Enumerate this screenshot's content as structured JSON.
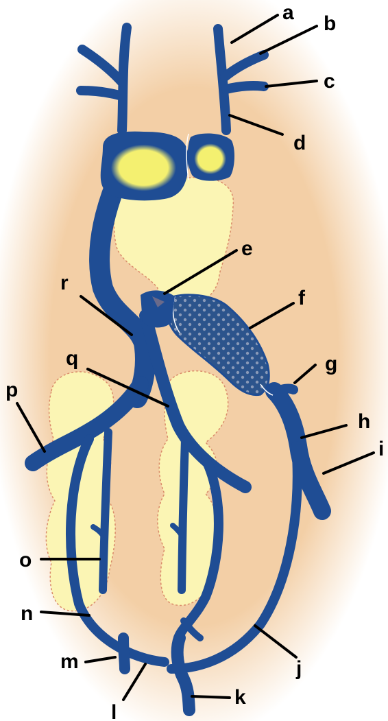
{
  "labels": {
    "a": "a",
    "b": "b",
    "c": "c",
    "d": "d",
    "e": "e",
    "f": "f",
    "g": "g",
    "h": "h",
    "i": "i",
    "j": "j",
    "k": "k",
    "l": "l",
    "m": "m",
    "n": "n",
    "o": "o",
    "p": "p",
    "q": "q",
    "r": "r"
  },
  "colors": {
    "background_glow": "#f3cfa6",
    "vessel": "#1f4d94",
    "organ_fill": "#fbf5b4",
    "organ_outline": "#d98a68",
    "heart_fill": "#2c548c",
    "heart_dots": "#8a9ab8",
    "highlight": "#f4f070",
    "leader_line": "#000000"
  }
}
